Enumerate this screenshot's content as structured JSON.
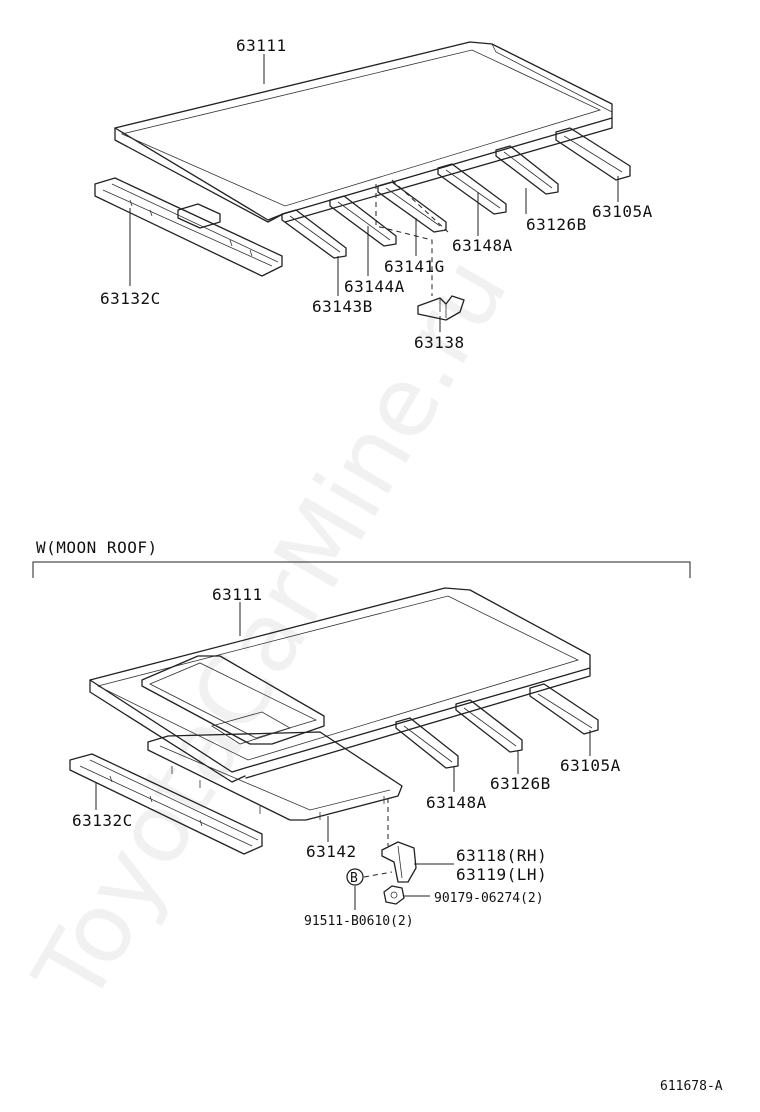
{
  "watermark": "ToyotaCarMine.ru",
  "section_heading": "W(MOON ROOF)",
  "figure_code": "611678-A",
  "top_diagram": {
    "labels": {
      "roof_panel": "63111",
      "front_header": "63132C",
      "bow_a": "63143B",
      "bow_b": "63144A",
      "bow_c": "63141G",
      "bracket": "63138",
      "bow_d": "63148A",
      "bow_e": "63126B",
      "rear_header": "63105A"
    }
  },
  "moonroof_diagram": {
    "labels": {
      "roof_panel": "63111",
      "front_header": "63132C",
      "housing": "63142",
      "bow_d": "63148A",
      "bow_e": "63126B",
      "rear_header": "63105A",
      "bracket_rh": "63118(RH)",
      "bracket_lh": "63119(LH)",
      "nut": "90179-06274(2)",
      "bolt": "91511-B0610(2)",
      "bolt_symbol": "B"
    }
  }
}
